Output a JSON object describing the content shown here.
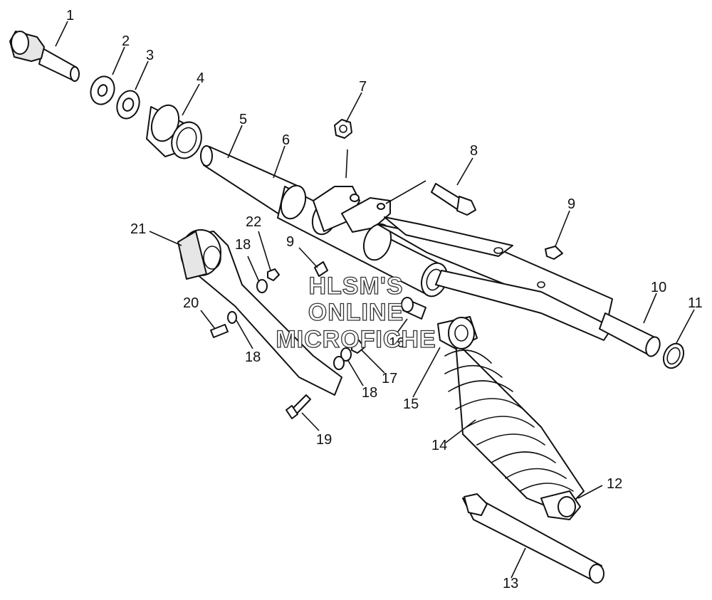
{
  "callouts": {
    "c1": "1",
    "c2": "2",
    "c3": "3",
    "c4": "4",
    "c5": "5",
    "c6": "6",
    "c7": "7",
    "c8": "8",
    "c9a": "9",
    "c9b": "9",
    "c10": "10",
    "c11": "11",
    "c12": "12",
    "c13": "13",
    "c14": "14",
    "c15": "15",
    "c16": "16",
    "c17": "17",
    "c18a": "18",
    "c18b": "18",
    "c18c": "18",
    "c19": "19",
    "c20": "20",
    "c21": "21",
    "c22": "22"
  },
  "watermark": {
    "line1": "HLSM'S",
    "line2": "ONLINE",
    "line3": "MICROFICHE"
  }
}
